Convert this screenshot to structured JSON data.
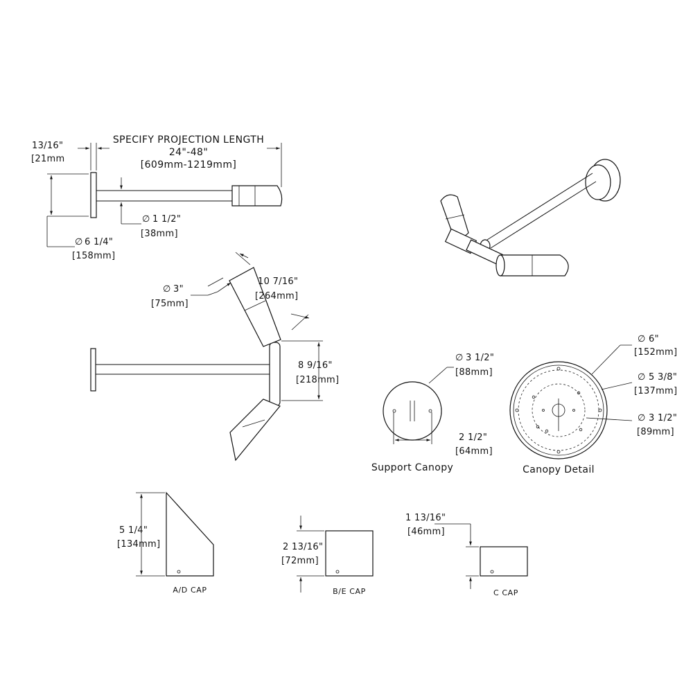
{
  "projection": {
    "title": "SPECIFY PROJECTION LENGTH",
    "range_in": "24\"-48\"",
    "range_mm": "[609mm-1219mm]",
    "plate_thickness_in": "13/16\"",
    "plate_thickness_mm": "[21mm",
    "arm_dia_in": "1 1/2\"",
    "arm_dia_mm": "[38mm]",
    "plate_dia_in": "6 1/4\"",
    "plate_dia_mm": "[158mm]"
  },
  "double_head": {
    "head_dia_in": "3\"",
    "head_dia_mm": "[75mm]",
    "head_len_in": "10 7/16\"",
    "head_len_mm": "[264mm]",
    "span_in": "8 9/16\"",
    "span_mm": "[218mm]"
  },
  "support_canopy": {
    "label": "Support Canopy",
    "dia_in": "3 1/2\"",
    "dia_mm": "[88mm]",
    "hole_spacing_in": "2 1/2\"",
    "hole_spacing_mm": "[64mm]"
  },
  "canopy_detail": {
    "label": "Canopy Detail",
    "outer_dia_in": "6\"",
    "outer_dia_mm": "[152mm]",
    "bolt_circle_in": "5 3/8\"",
    "bolt_circle_mm": "[137mm]",
    "inner_circle_in": "3 1/2\"",
    "inner_circle_mm": "[89mm]"
  },
  "caps": {
    "ad_label": "A/D CAP",
    "ad_height_in": "5 1/4\"",
    "ad_height_mm": "[134mm]",
    "be_label": "B/E CAP",
    "be_height_in": "2 13/16\"",
    "be_height_mm": "[72mm]",
    "c_label": "C CAP",
    "c_height_in": "1 13/16\"",
    "c_height_mm": "[46mm]"
  },
  "symbols": {
    "diameter": "∅"
  }
}
